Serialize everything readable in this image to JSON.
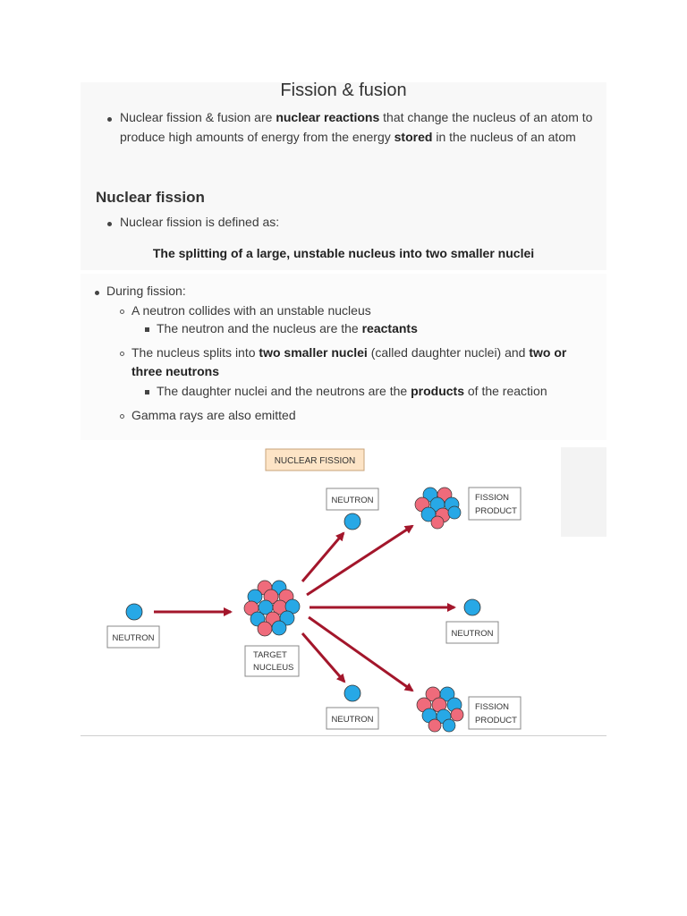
{
  "title": "Fission & fusion",
  "intro": {
    "p1": "Nuclear fission & fusion are",
    "b1": "nuclear reactions",
    "p2": "that change the nucleus of an atom to",
    "p3": "produce high amounts of energy from the energy",
    "b2": "stored",
    "p4": "in the nucleus of an atom"
  },
  "section_heading": "Nuclear fission",
  "defined_as": "Nuclear fission is defined as:",
  "definition": "The splitting of a large, unstable nucleus into two smaller nuclei",
  "during": "During fission:",
  "sub1": "A neutron collides with an unstable nucleus",
  "sub1a": {
    "p1": "The neutron and the nucleus are the",
    "b1": "reactants"
  },
  "sub2": {
    "p1": "The nucleus splits into",
    "b1": "two smaller nuclei",
    "p2": "(called daughter nuclei) and",
    "b2": "two or",
    "b3": "three neutrons"
  },
  "sub2a": {
    "p1": "The daughter nuclei and the neutrons are the",
    "b1": "products",
    "p2": "of the reaction"
  },
  "sub3": "Gamma rays are also emitted",
  "diagram": {
    "title": "NUCLEAR   FISSION",
    "neutron_label": "NEUTRON",
    "target_line1": "TARGET",
    "target_line2": "NUCLEUS",
    "product_line1": "FISSION",
    "product_line2": "PRODUCT",
    "colors": {
      "neutron": "#27a8e6",
      "proton": "#ef6b7b",
      "arrow": "#a3162b",
      "title_bg": "#fde4c6"
    }
  }
}
